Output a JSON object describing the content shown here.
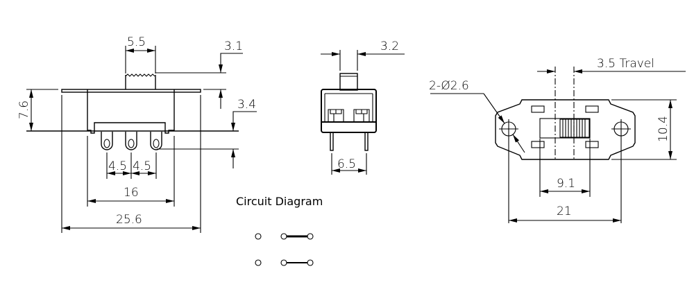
{
  "title": "Slide switch dimension drawing",
  "side_view": {
    "dims": {
      "knob_width": "5.5",
      "knob_height": "3.1",
      "body_height": "7.6",
      "terminal_length": "3.4",
      "pitch_left": "4.5",
      "pitch_right": "4.5",
      "body_length": "16",
      "overall_length": "25.6"
    }
  },
  "front_view": {
    "dims": {
      "knob_thickness": "3.2",
      "terminal_spacing": "6.5"
    }
  },
  "top_view": {
    "dims": {
      "travel": "3.5 Travel",
      "mounting_holes": "2-Ø2.6",
      "width": "10.4",
      "hole_spacing_inner": "9.1",
      "overall_length": "21"
    }
  },
  "circuit": {
    "title": "Circuit Diagram",
    "rows": [
      {
        "open_contact": true,
        "connected_pair": true
      },
      {
        "open_contact": true,
        "connected_pair": true
      }
    ]
  }
}
